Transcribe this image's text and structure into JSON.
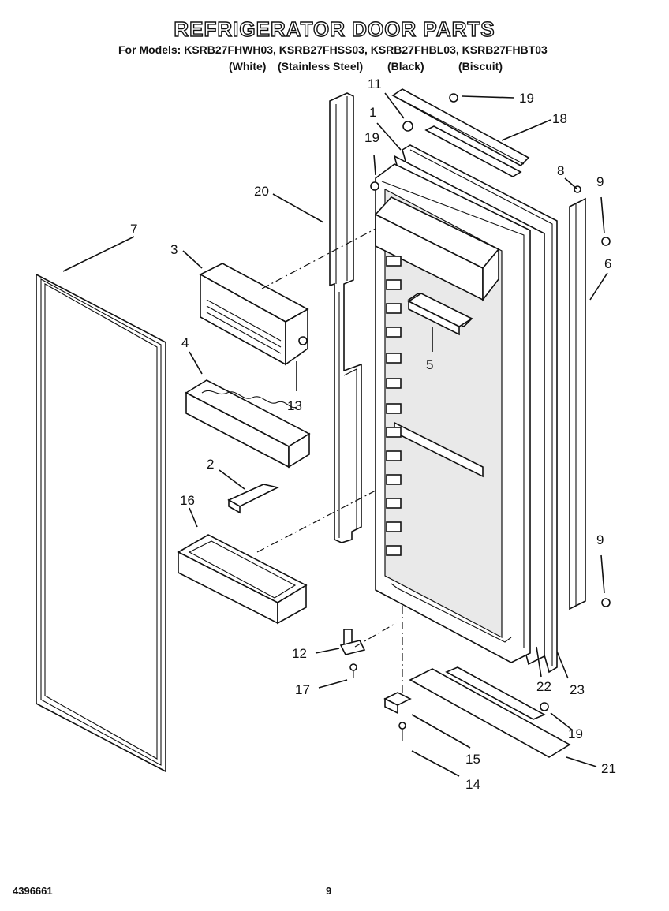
{
  "header": {
    "title": "REFRIGERATOR DOOR PARTS",
    "models_line": "For Models: KSRB27FHWH03, KSRB27FHSS03, KSRB27FHBL03, KSRB27FHBT03",
    "finishes": [
      "(White)",
      "(Stainless Steel)",
      "(Black)",
      "(Biscuit)"
    ]
  },
  "callouts": [
    "1",
    "2",
    "3",
    "4",
    "5",
    "6",
    "7",
    "8",
    "9",
    "9",
    "11",
    "12",
    "13",
    "14",
    "15",
    "16",
    "17",
    "18",
    "19",
    "19",
    "19",
    "20",
    "21",
    "22",
    "23"
  ],
  "footer": {
    "doc_number": "4396661",
    "page_number": "9"
  }
}
